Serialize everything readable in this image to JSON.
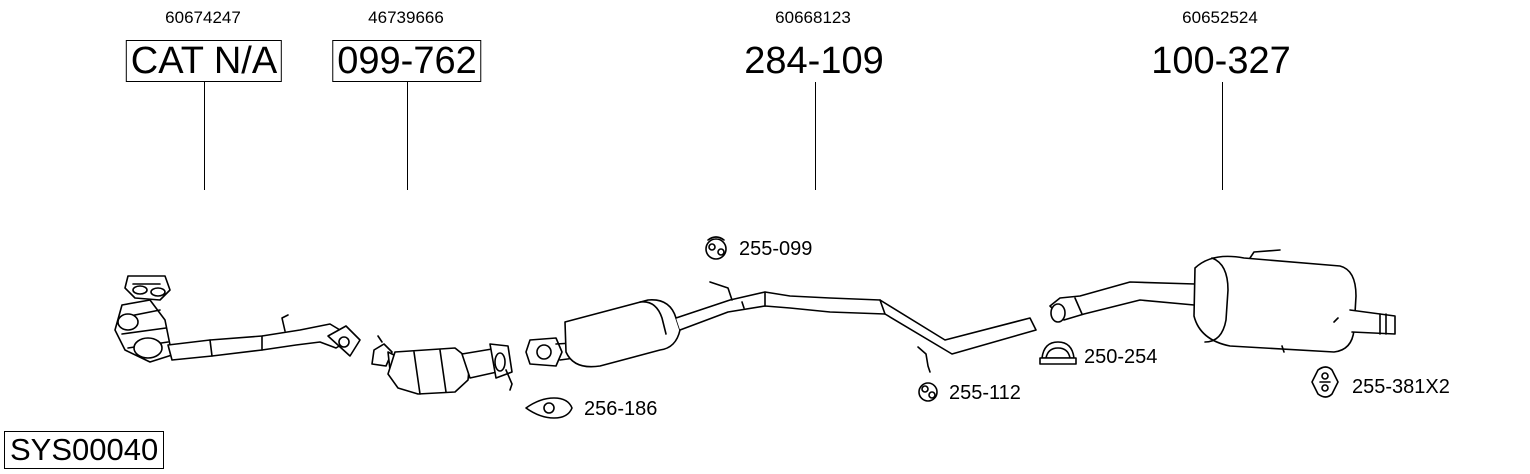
{
  "main_parts": [
    {
      "oem": "60674247",
      "part": "CAT N/A",
      "boxed": true
    },
    {
      "oem": "46739666",
      "part": "099-762",
      "boxed": true
    },
    {
      "oem": "60668123",
      "part": "284-109",
      "boxed": false
    },
    {
      "oem": "60652524",
      "part": "100-327",
      "boxed": false
    }
  ],
  "accessories": [
    {
      "label": "255-099",
      "icon": "rubber-hanger-icon"
    },
    {
      "label": "256-186",
      "icon": "gasket-icon"
    },
    {
      "label": "255-112",
      "icon": "rubber-hanger-icon"
    },
    {
      "label": "250-254",
      "icon": "clamp-icon"
    },
    {
      "label": "255-381X2",
      "icon": "mounting-rubber-icon"
    }
  ],
  "system_code": "SYS00040"
}
